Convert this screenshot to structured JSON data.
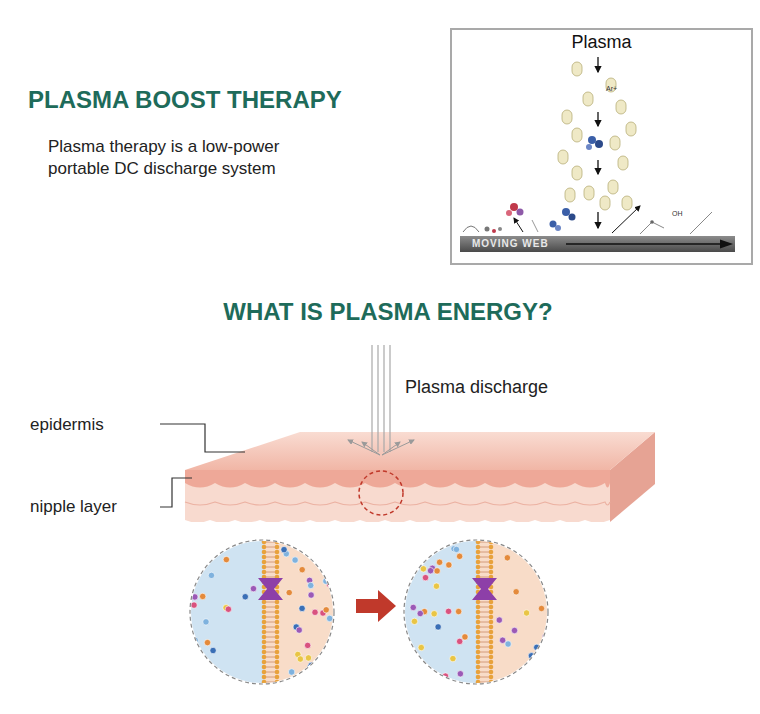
{
  "diagram": {
    "title": "PLASMA BOOST THERAPY",
    "nodes": [
      {
        "text": [
          "Plasma"
        ]
      },
      {
        "text": [
          "MOVING WEB"
        ],
        "in": 0
      }
    ],
    "labels": [
      "Plasma therapy is a low-power portable DC discharge system",
      "WHAT IS PLASMA ENERGY?",
      "Plasma discharge",
      "epidermis",
      "nipple layer",
      "Ar+",
      "OH"
    ]
  }
}
